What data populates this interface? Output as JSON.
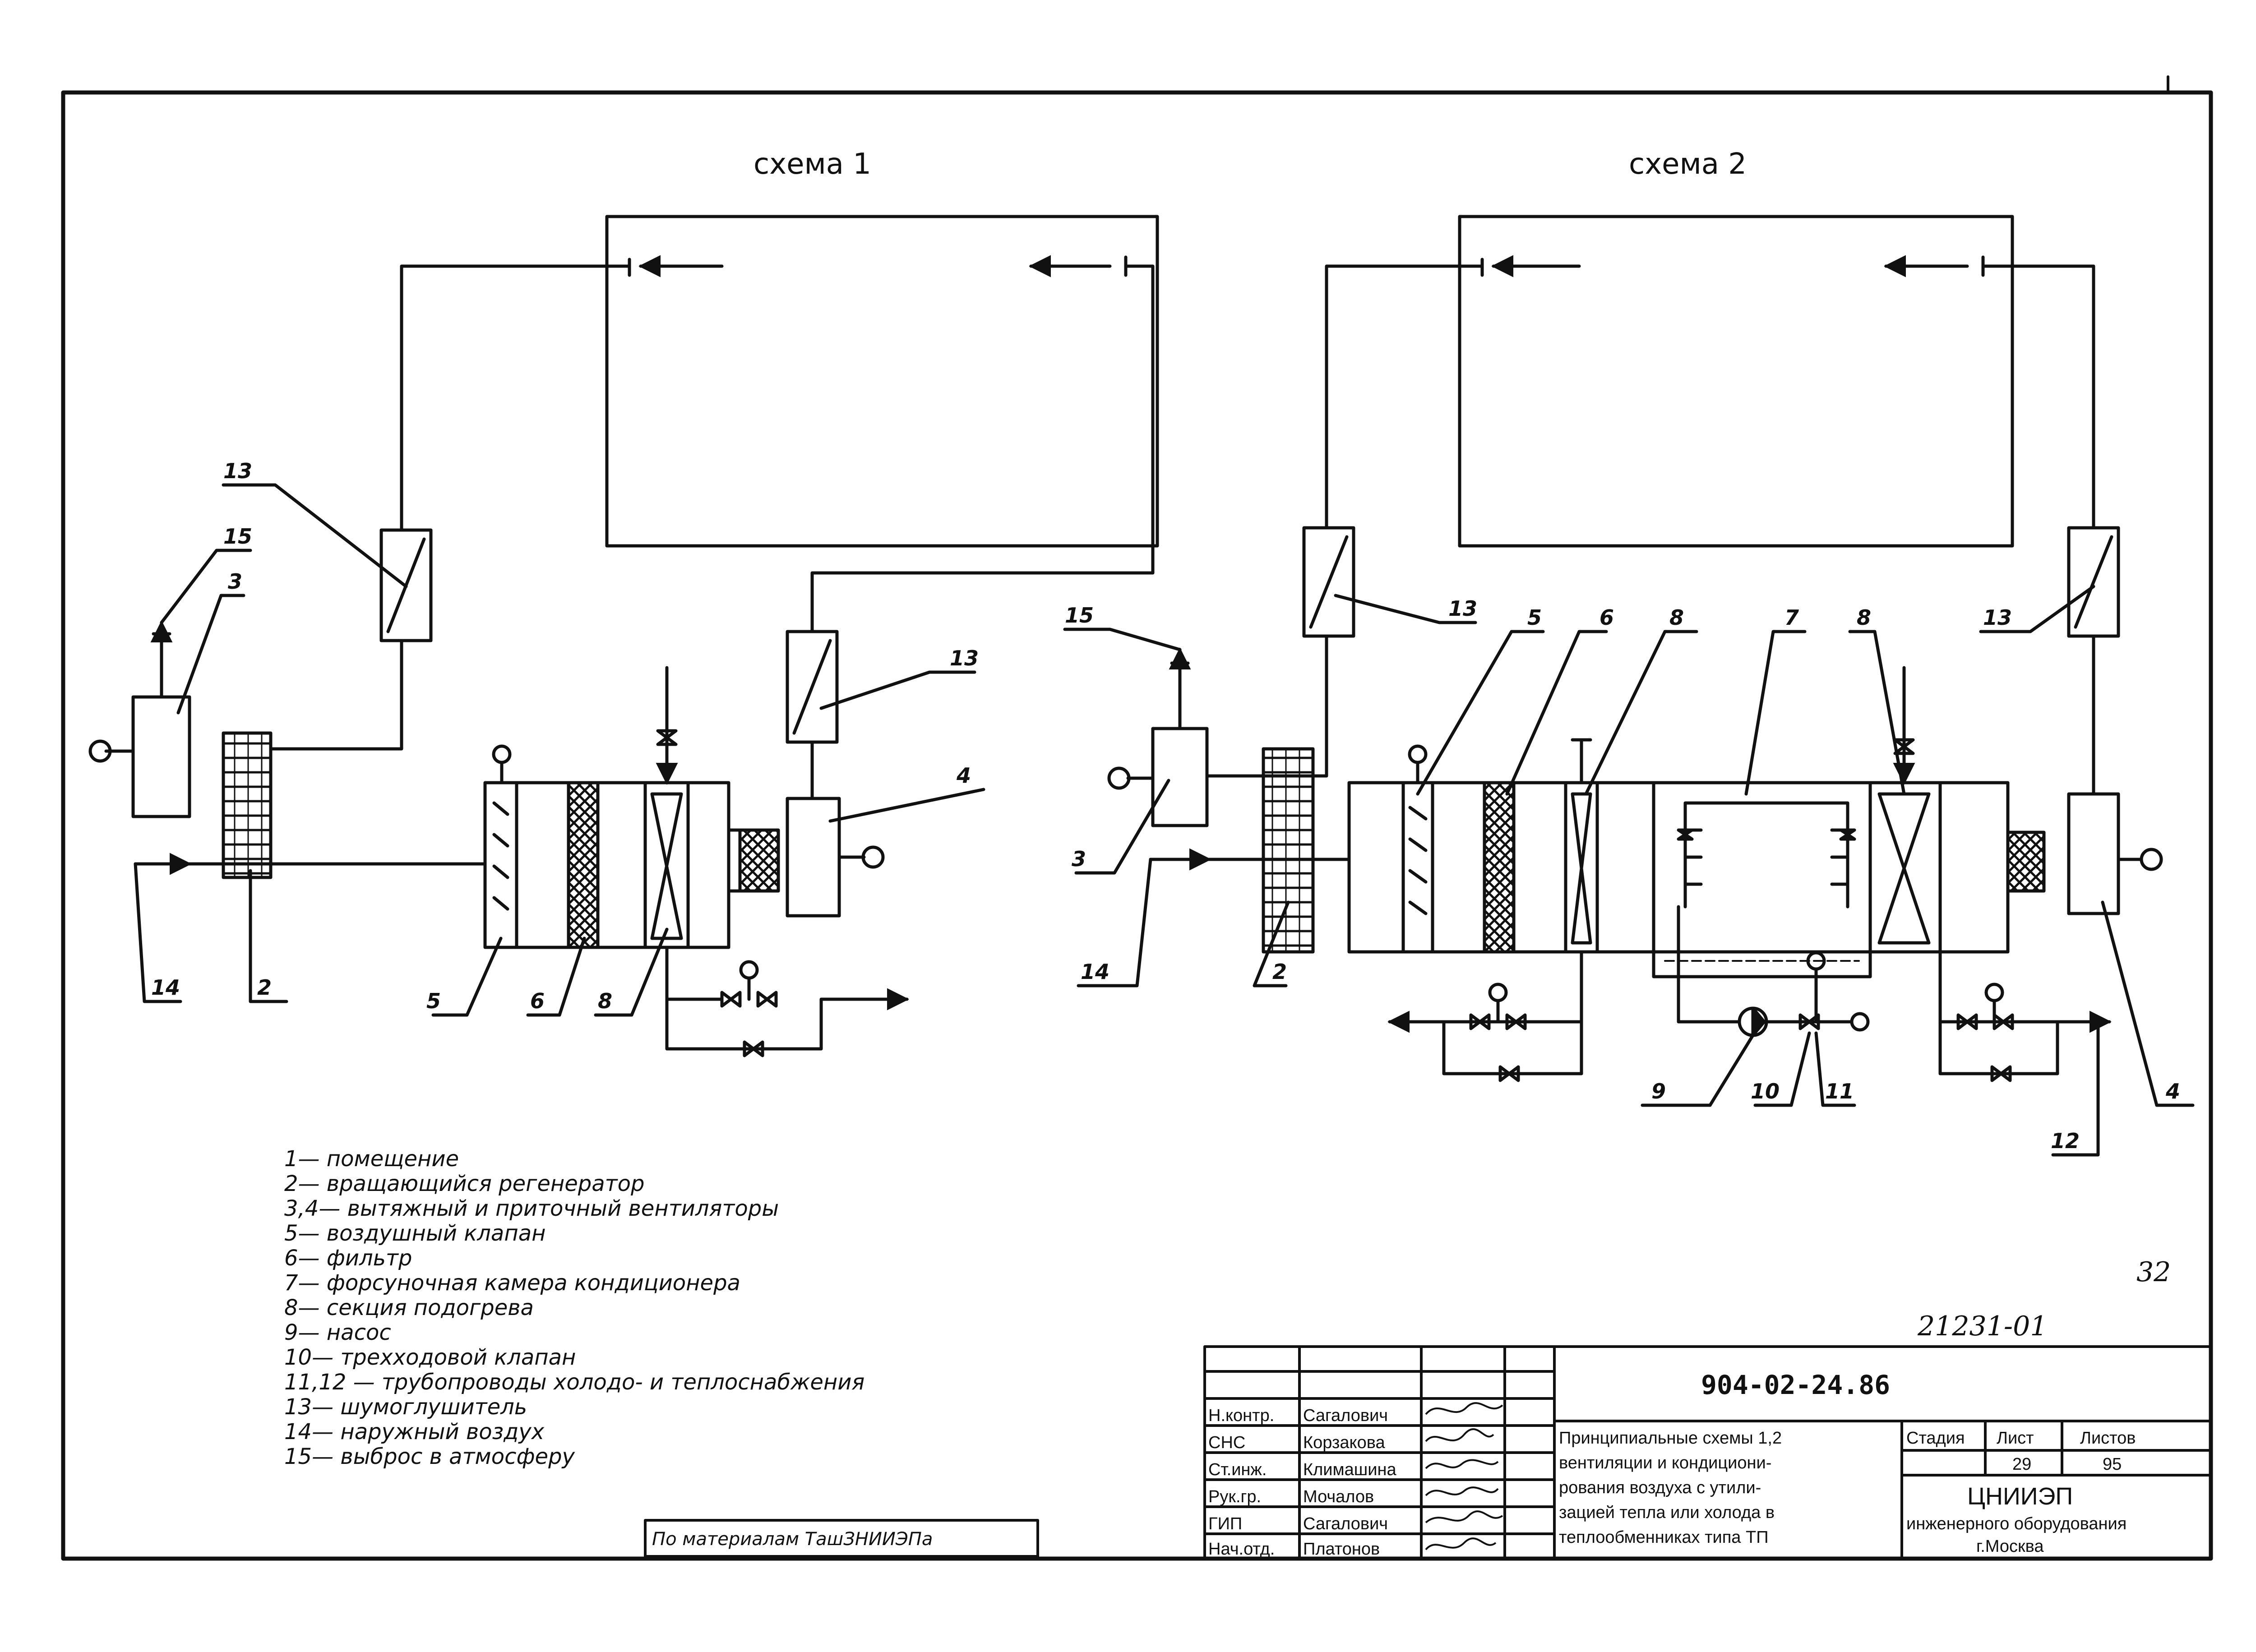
{
  "schemes": {
    "scheme1_title": "схема 1",
    "scheme2_title": "схема 2"
  },
  "labels": {
    "s1": [
      "13",
      "15",
      "3",
      "13",
      "4",
      "14",
      "2",
      "5",
      "6",
      "8"
    ],
    "s2": [
      "15",
      "3",
      "14",
      "2",
      "13",
      "5",
      "6",
      "8",
      "7",
      "8",
      "13",
      "9",
      "10",
      "11",
      "12",
      "4"
    ]
  },
  "legend": [
    "1— помещение",
    "2— вращающийся регенератор",
    "3,4— вытяжный и приточный вентиляторы",
    "5— воздушный клапан",
    "6— фильтр",
    "7— форсуночная камера кондиционера",
    "8— секция подогрева",
    "9— насос",
    "10— трехходовой клапан",
    "11,12 — трубопроводы холодо- и теплоснабжения",
    "13— шумоглушитель",
    "14— наружный воздух",
    "15— выброс в атмосферу"
  ],
  "page_number": "32",
  "inventory_number": "21231-01",
  "source_note": "По материалам ТашЗНИИЭПа",
  "title_block": {
    "doc_code": "904-02-24.86",
    "roles": [
      {
        "role": "Н.контр.",
        "name": "Сагалович"
      },
      {
        "role": "СНС",
        "name": "Корзакова"
      },
      {
        "role": "Ст.инж.",
        "name": "Климашина"
      },
      {
        "role": "Рук.гр.",
        "name": "Мочалов"
      },
      {
        "role": "ГИП",
        "name": "Сагалович"
      },
      {
        "role": "Нач.отд.",
        "name": "Платонов"
      }
    ],
    "description": [
      "Принципиальные схемы 1,2",
      "вентиляции и кондициони-",
      "рования воздуха с утили-",
      "зацией тепла или холода в",
      "теплообменниках типа ТП"
    ],
    "stage_label": "Стадия",
    "sheet_label": "Лист",
    "sheets_label": "Листов",
    "sheet": "29",
    "sheets": "95",
    "org": [
      "ЦНИИЭП",
      "инженерного оборудования",
      "г.Москва"
    ]
  }
}
